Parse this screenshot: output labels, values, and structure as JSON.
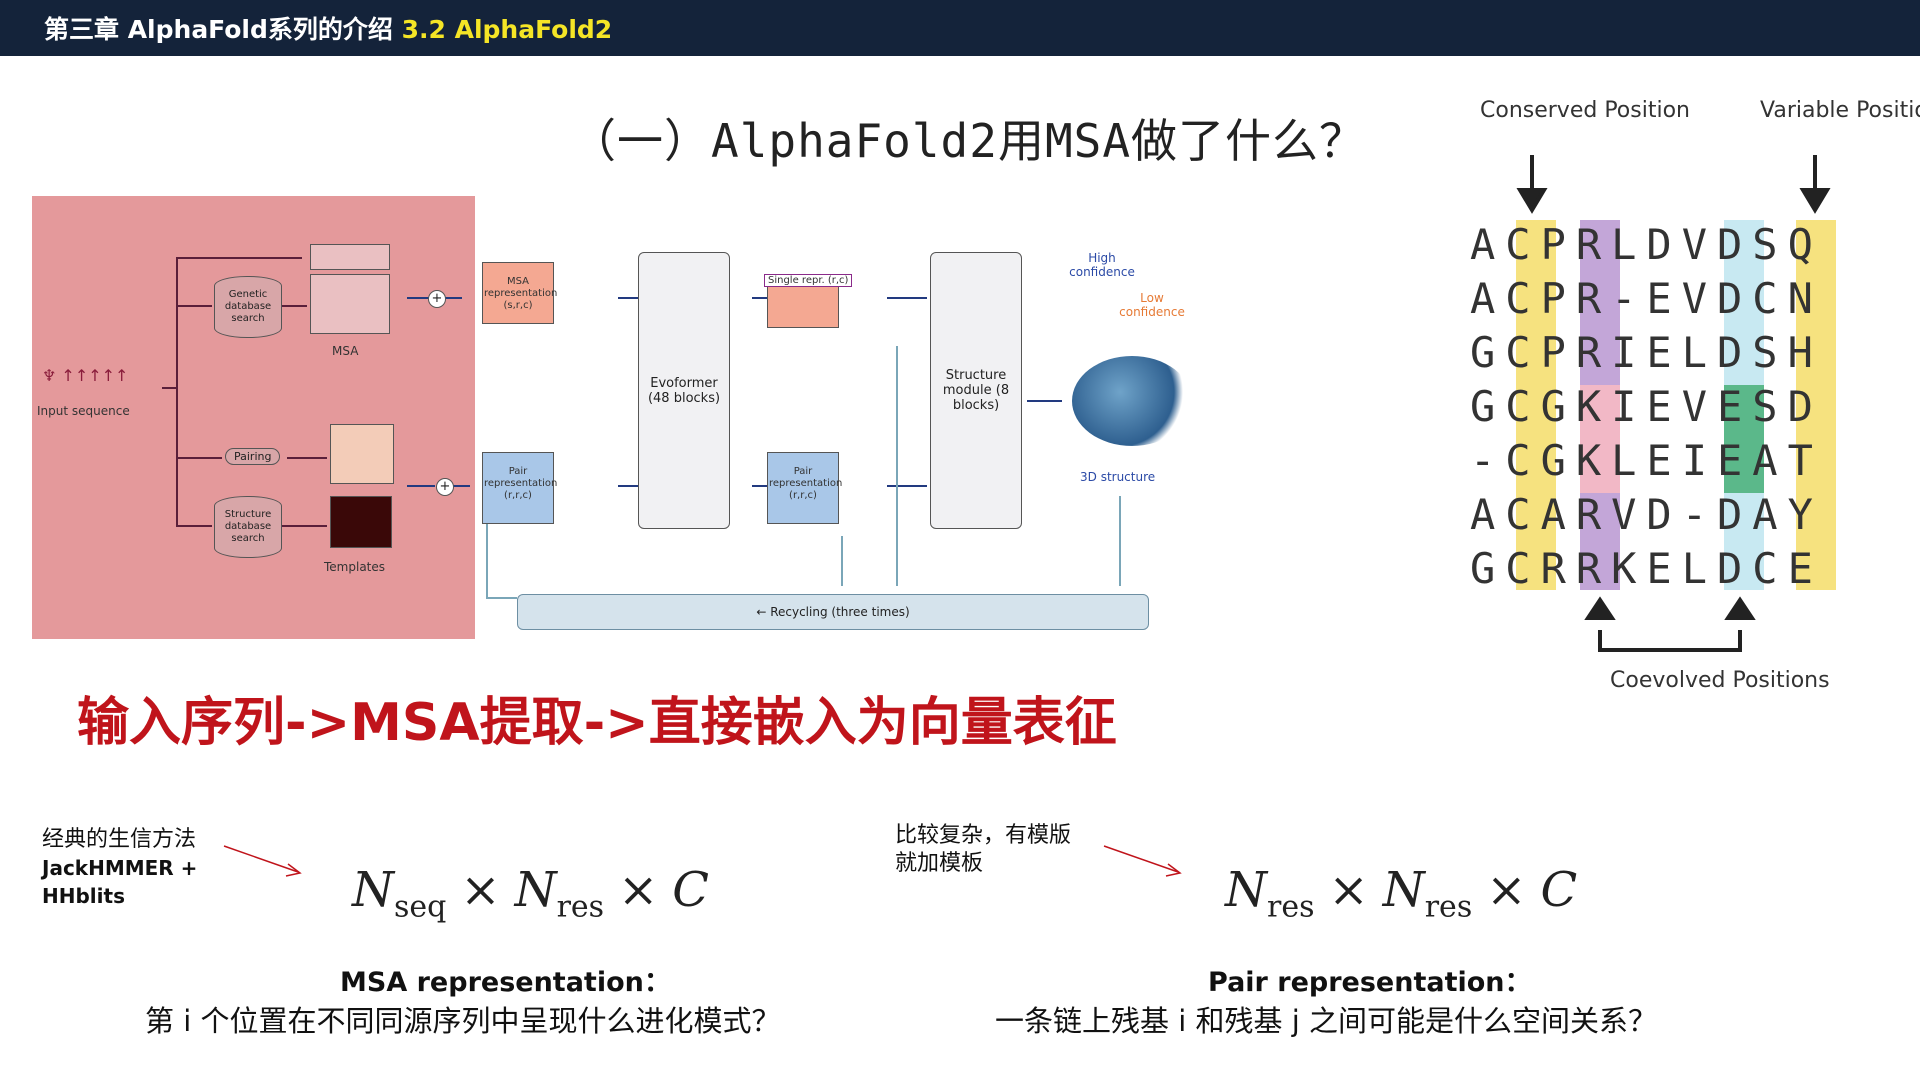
{
  "header": {
    "chapter": "第三章 AlphaFold系列的介绍",
    "section": "3.2 AlphaFold2"
  },
  "title": "（一）AlphaFold2用MSA做了什么？",
  "diagram": {
    "input_label": "Input sequence",
    "genetic_db": "Genetic database search",
    "msa_label": "MSA",
    "pairing": "Pairing",
    "structure_db": "Structure database search",
    "templates": "Templates",
    "msa_repr": "MSA representation (s,r,c)",
    "pair_repr": "Pair representation (r,r,c)",
    "evoformer": "Evoformer (48 blocks)",
    "single_repr": "Single repr. (r,c)",
    "pair_repr2": "Pair representation (r,r,c)",
    "structure_module": "Structure module (8 blocks)",
    "high_conf": "High confidence",
    "low_conf": "Low confidence",
    "structure_3d": "3D structure",
    "recycling": "← Recycling (three times)"
  },
  "sequences": {
    "rows": [
      "ACPRLDVDSQ",
      "ACPR-EVDCN",
      "GCPRIELDSH",
      "GCGKIEVESD",
      "-CGKLEIEAT",
      "ACARVD-DAY",
      "GCRRKELDCE"
    ],
    "conserved": "Conserved Position",
    "variable": "Variable Position",
    "coevolved": "Coevolved Positions",
    "colors": {
      "yellow": "#f6e27f",
      "purple": "#c3a6d8",
      "pink": "#f2b8c6",
      "cyan": "#c8e9f2",
      "green": "#5bb88a"
    }
  },
  "summary": "输入序列->MSA提取->直接嵌入为向量表征",
  "left_note": {
    "line1": "经典的生信方法",
    "line2": "JackHMMER +",
    "line3": "HHblits"
  },
  "right_note": {
    "line1": "比较复杂，有模版",
    "line2": "就加模板"
  },
  "formula_left": {
    "n": "N",
    "seq": "seq",
    "times": "×",
    "res": "res",
    "c": "C"
  },
  "formula_right": {
    "n": "N",
    "res": "res",
    "times": "×",
    "c": "C"
  },
  "caption_left": {
    "title": "MSA representation：",
    "question": "第 i 个位置在不同同源序列中呈现什么进化模式？"
  },
  "caption_right": {
    "title": "Pair representation：",
    "question": "一条链上残基 i 和残基 j 之间可能是什么空间关系？"
  }
}
